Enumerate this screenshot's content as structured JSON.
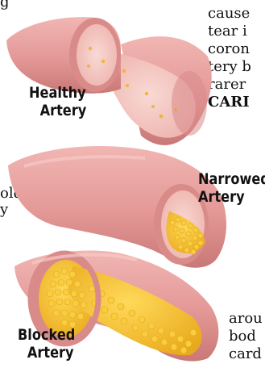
{
  "left_text": {
    "line1": "g",
    "line2": "old-",
    "line3": "y"
  },
  "right_text_top": {
    "lines": [
      "cause",
      "tear i",
      "coron",
      "tery b",
      "rarer",
      "CARI"
    ]
  },
  "right_text_bottom": {
    "lines": [
      "arou",
      "bod",
      "card"
    ]
  },
  "illustrations": [
    {
      "label_line1": "Healthy",
      "label_line2": "Artery",
      "icon": "healthy-artery-illustration"
    },
    {
      "label_line1": "Narrowed",
      "label_line2": "Artery",
      "icon": "narrowed-artery-illustration"
    },
    {
      "label_line1": "Blocked",
      "label_line2": "Artery",
      "icon": "blocked-artery-illustration"
    }
  ],
  "colors": {
    "artery_outer": "#e9a2a0",
    "artery_shadow": "#cf7f7f",
    "artery_inner": "#f6c8c4",
    "artery_rim": "#d98b8a",
    "plaque": "#f6c12f",
    "plaque_dark": "#e0a418"
  }
}
